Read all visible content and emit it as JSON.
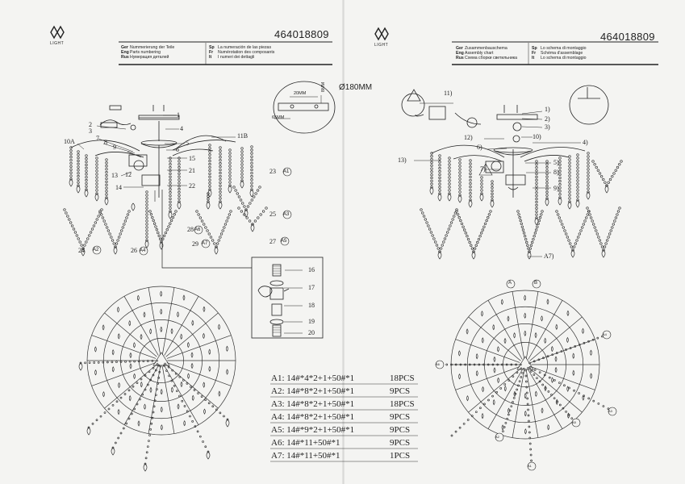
{
  "left_page": {
    "logo_text": "LIGHT",
    "code": "464018809",
    "languages": [
      {
        "code": "Ger",
        "text": "Nummerierung der Teile"
      },
      {
        "code": "Eng",
        "text": "Parts numbering"
      },
      {
        "code": "Rus",
        "text": "Нумерация деталей"
      },
      {
        "code": "Sp",
        "text": "La numeración de las piezas"
      },
      {
        "code": "Fr",
        "text": "Numérotation des composants"
      },
      {
        "code": "It",
        "text": "I numeri dei dettagli"
      }
    ],
    "diameter_label": "Ø180MM",
    "dim_20mm": "20MM",
    "dim_8mm": "8MM",
    "dim_65mm": "65MM",
    "labels": {
      "l1": "1",
      "l2": "2",
      "l3": "3",
      "l4": "4",
      "l5": "5",
      "l6": "6",
      "l7": "7",
      "l8": "8",
      "l9": "9",
      "l10a": "10A",
      "l11b": "11B",
      "l12": "12",
      "l13": "13",
      "l14": "14",
      "l15": "15",
      "l21": "21",
      "l22": "22",
      "l23": "23",
      "l23c": "A1",
      "l24": "24",
      "l24c": "A2",
      "l25": "25",
      "l25c": "A3",
      "l26": "26",
      "l26c": "A4",
      "l27": "27",
      "l27c": "A5",
      "l28": "28",
      "l28c": "A6",
      "l29": "29",
      "l29c": "A7",
      "l16": "16",
      "l17": "17",
      "l18": "18",
      "l19": "19",
      "l20": "20"
    }
  },
  "right_page": {
    "logo_text": "LIGHT",
    "code": "464018809",
    "languages": [
      {
        "code": "Ger",
        "text": "Zusammenbauschema"
      },
      {
        "code": "Eng",
        "text": "Assembly chart"
      },
      {
        "code": "Rus",
        "text": "Схема сборки светильника"
      },
      {
        "code": "Sp",
        "text": "Lo schema di montaggio"
      },
      {
        "code": "Fr",
        "text": "Schéma d'assemblage"
      },
      {
        "code": "It",
        "text": "Lo schema di montaggio"
      }
    ],
    "labels": {
      "r1": "1)",
      "r2": "2)",
      "r3": "3)",
      "r4": "4)",
      "r5": "5)",
      "r6": "6)",
      "r7": "7)",
      "r8": "8)",
      "r9": "9)",
      "r10": "10)",
      "r11": "11)",
      "r12": "12)",
      "r13": "13)",
      "ra7": "A7)",
      "cA": "A",
      "cB": "B",
      "cA4": "A4",
      "cA6": "A6",
      "cA3": "A3",
      "cA5": "A5",
      "cA2": "A2",
      "cA1": "A1",
      "cA7": "A7"
    }
  },
  "spec_table": [
    {
      "code": "A1:",
      "formula": "14#*4*2+1+50#*1",
      "qty": "18PCS"
    },
    {
      "code": "A2:",
      "formula": "14#*8*2+1+50#*1",
      "qty": "9PCS"
    },
    {
      "code": "A3:",
      "formula": "14#*8*2+1+50#*1",
      "qty": "18PCS"
    },
    {
      "code": "A4:",
      "formula": "14#*8*2+1+50#*1",
      "qty": "9PCS"
    },
    {
      "code": "A5:",
      "formula": "14#*9*2+1+50#*1",
      "qty": "9PCS"
    },
    {
      "code": "A6:",
      "formula": "14#*11+50#*1",
      "qty": "9PCS"
    },
    {
      "code": "A7:",
      "formula": "14#*11+50#*1",
      "qty": "1PCS"
    }
  ]
}
